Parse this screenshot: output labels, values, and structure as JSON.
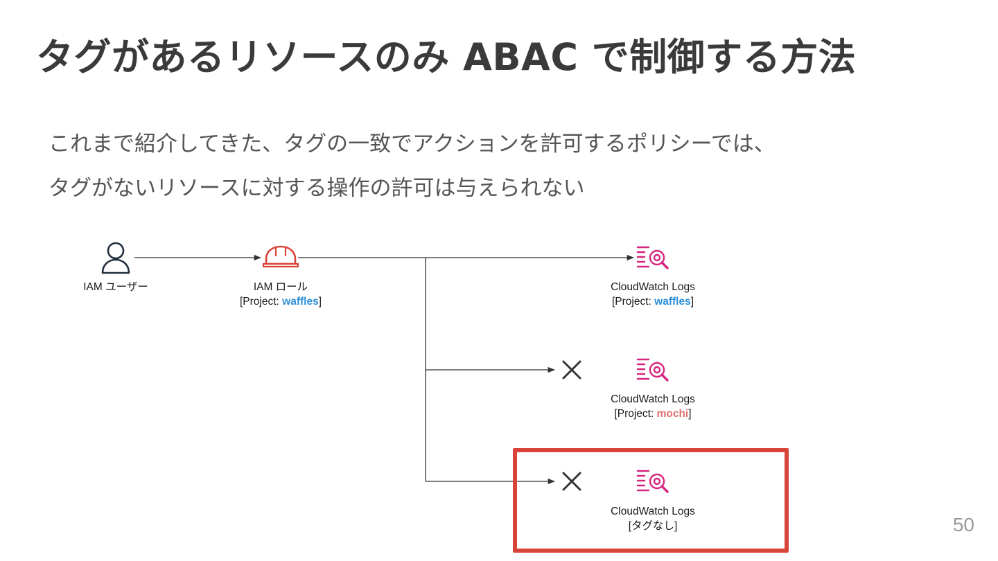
{
  "slide": {
    "title": "タグがあるリソースのみ ABAC で制御する方法",
    "body_lines": [
      "これまで紹介してきた、タグの一致でアクションを許可するポリシーでは、",
      "タグがないリソースに対する操作の許可は与えられない"
    ],
    "page_number": "50"
  },
  "diagram": {
    "iam_user": {
      "label": "IAM ユーザー",
      "icon": "user-icon"
    },
    "iam_role": {
      "label": "IAM ロール",
      "tag_prefix": "[Project: ",
      "tag_value": "waffles",
      "tag_suffix": "]",
      "icon": "iam-role-helmet-icon",
      "color": "#d9443a"
    },
    "targets": [
      {
        "label": "CloudWatch Logs",
        "tag_prefix": "[Project: ",
        "tag_value": "waffles",
        "tag_suffix": "]",
        "tag_color": "#2d8fd8",
        "denied": false
      },
      {
        "label": "CloudWatch Logs",
        "tag_prefix": "[Project: ",
        "tag_value": "mochi",
        "tag_suffix": "]",
        "tag_color": "#e07070",
        "denied": true
      },
      {
        "label": "CloudWatch Logs",
        "tag_text": "[タグなし]",
        "denied": true,
        "highlighted": true
      }
    ],
    "cloudwatch_icon_color": "#d6237e",
    "highlight_color": "#d9443a"
  }
}
